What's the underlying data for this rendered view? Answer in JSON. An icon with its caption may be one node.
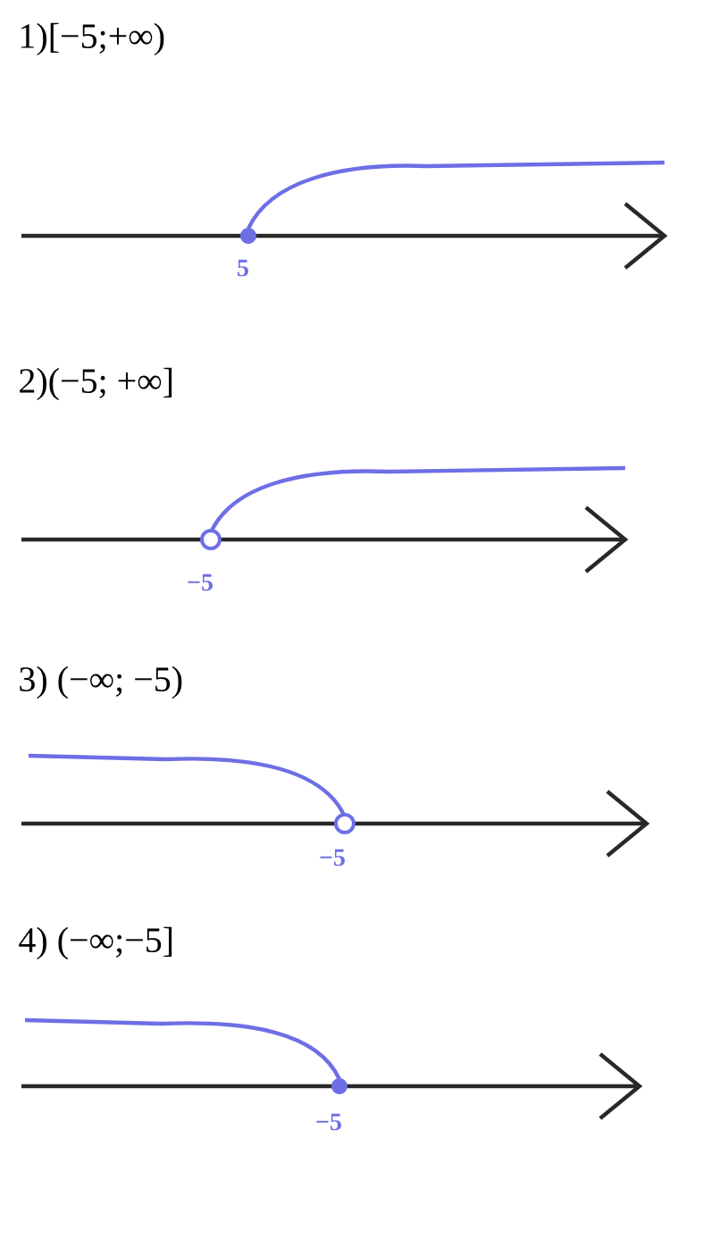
{
  "diagram": {
    "labels": [
      "1)[−5;+∞)",
      "5",
      "2)(−5; +∞]",
      "−5",
      "3) (−∞; −5)",
      "−5",
      "4) (−∞;−5]",
      "−5"
    ]
  }
}
